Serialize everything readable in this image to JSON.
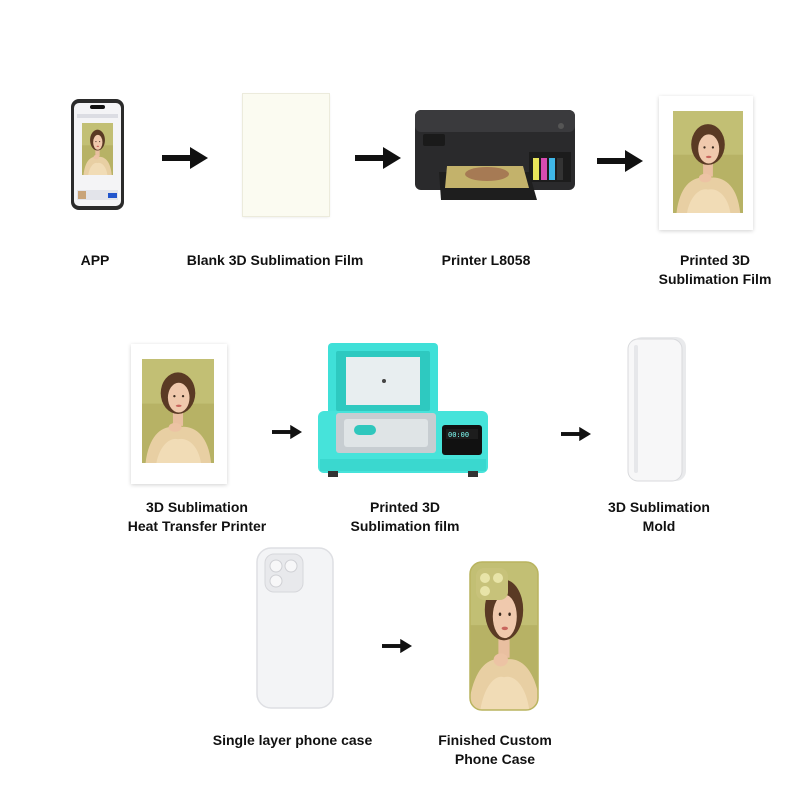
{
  "steps": {
    "app": "APP",
    "blank_film": "Blank 3D Sublimation Film",
    "printer": "Printer L8058",
    "printed_film_1": "Printed 3D\nSublimation Film",
    "heat_transfer_printer": "3D Sublimation\nHeat Transfer Printer",
    "printed_film_2": "Printed 3D\nSublimation film",
    "mold": "3D Sublimation\nMold",
    "single_layer_case": "Single layer phone case",
    "finished_case": "Finished Custom\nPhone Case"
  },
  "colors": {
    "machine_teal": "#3fe0d8",
    "portrait_bg": "#b9b566",
    "arrow": "#111111"
  }
}
